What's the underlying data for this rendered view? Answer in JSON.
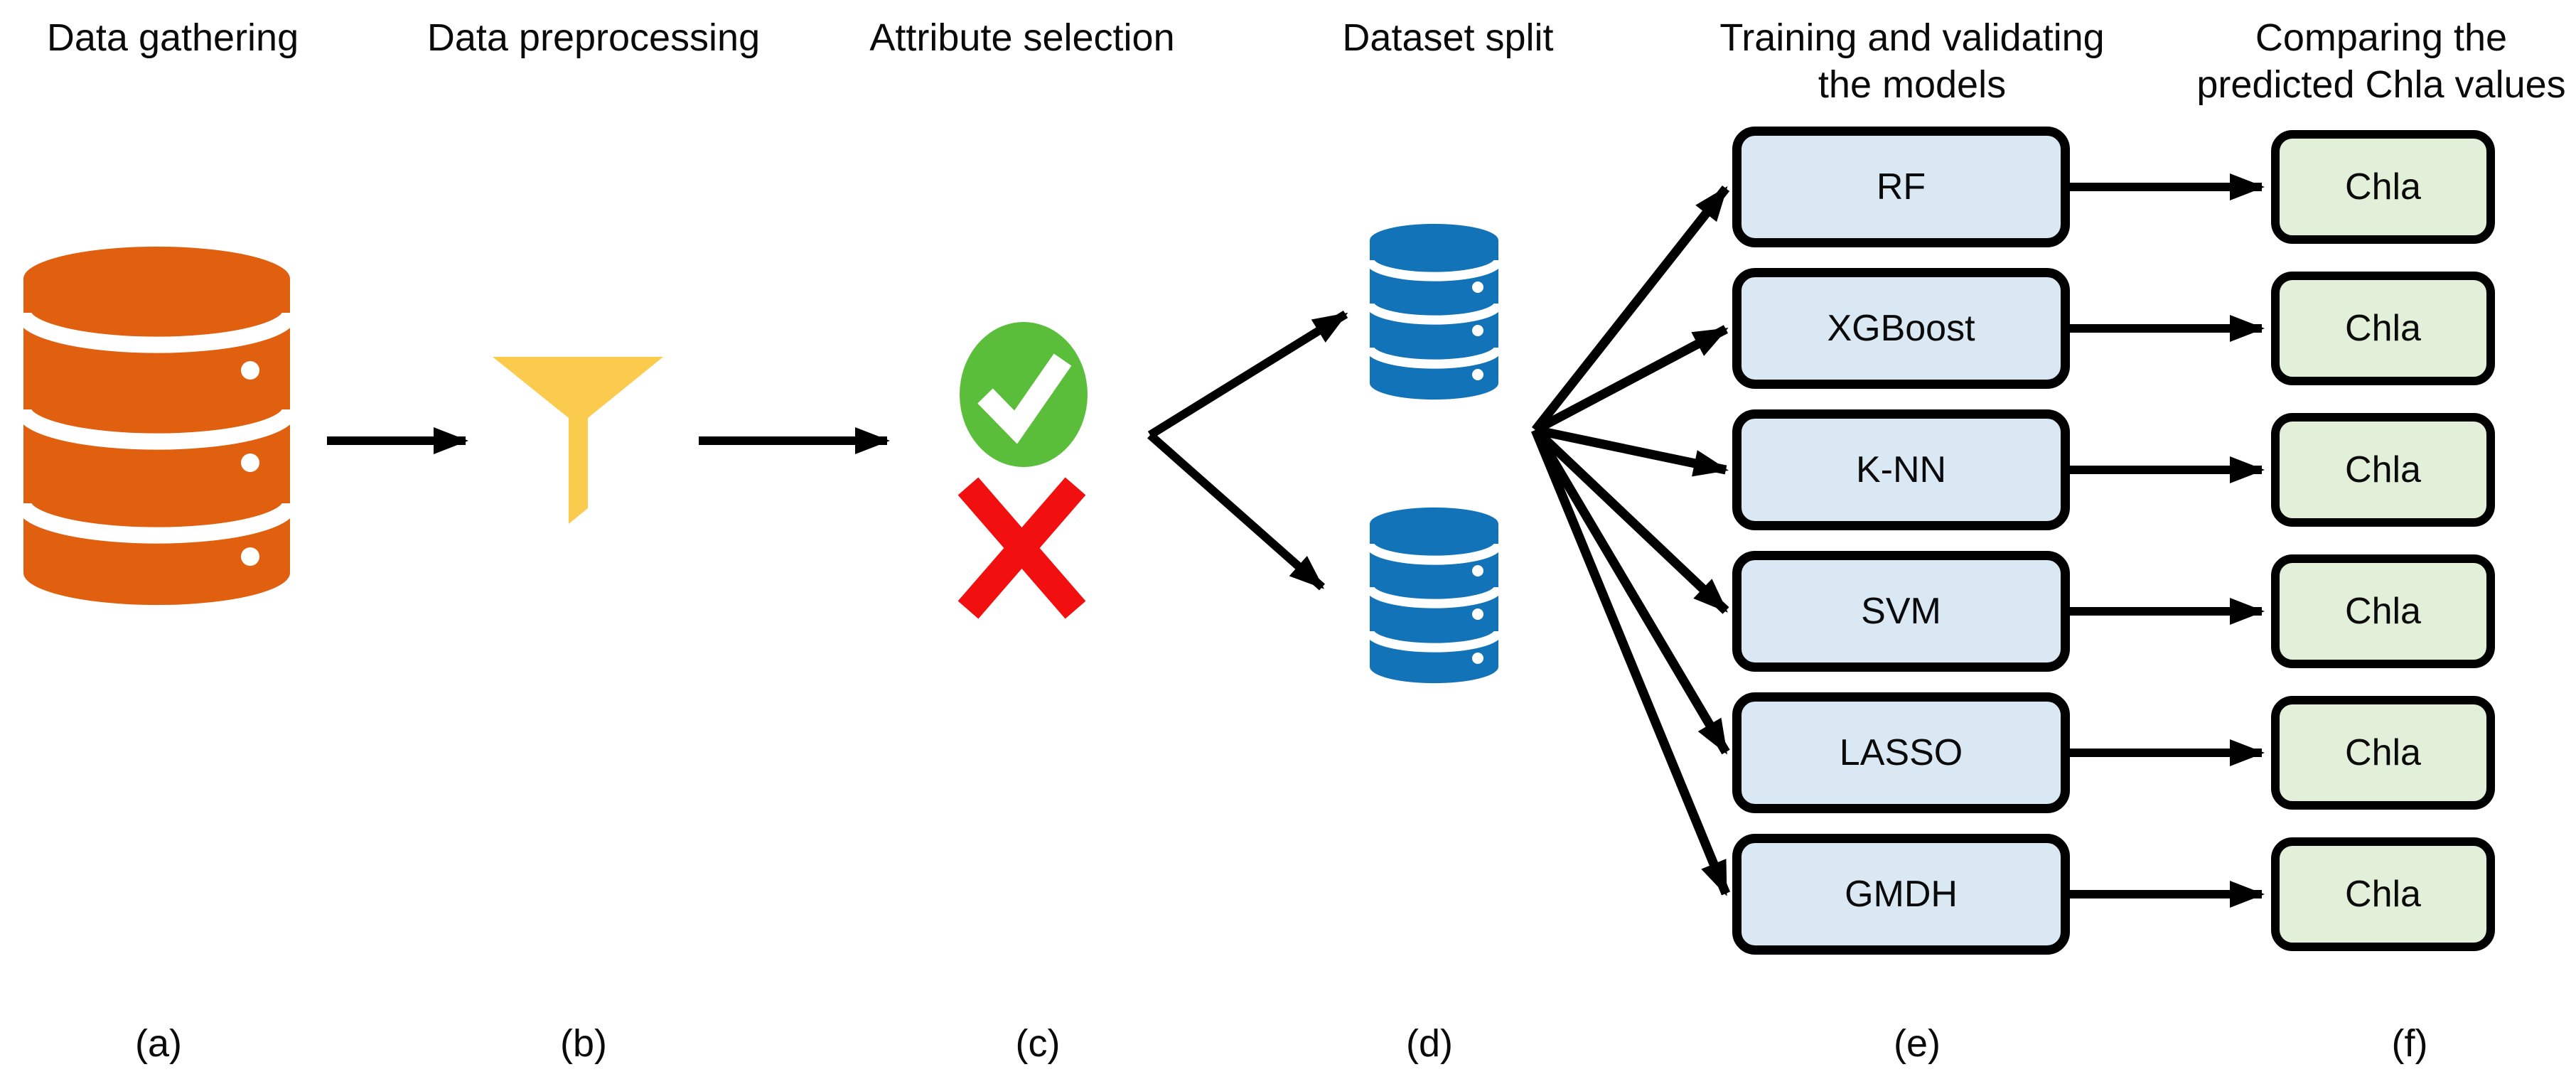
{
  "diagram": {
    "titles": {
      "data_gathering": "Data gathering",
      "data_preprocessing": "Data preprocessing",
      "attribute_selection": "Attribute selection",
      "dataset_split": "Dataset split",
      "training_line1": "Training and validating",
      "training_line2": "the models",
      "comparing_line1": "Comparing the",
      "comparing_line2": "predicted Chla values"
    },
    "models": [
      {
        "label": "RF"
      },
      {
        "label": "XGBoost"
      },
      {
        "label": "K-NN"
      },
      {
        "label": "SVM"
      },
      {
        "label": "LASSO"
      },
      {
        "label": "GMDH"
      }
    ],
    "outputs": [
      {
        "label": "Chla"
      },
      {
        "label": "Chla"
      },
      {
        "label": "Chla"
      },
      {
        "label": "Chla"
      },
      {
        "label": "Chla"
      },
      {
        "label": "Chla"
      }
    ],
    "panel_labels": [
      {
        "label": "(a)"
      },
      {
        "label": "(b)"
      },
      {
        "label": "(c)"
      },
      {
        "label": "(d)"
      },
      {
        "label": "(e)"
      },
      {
        "label": "(f)"
      }
    ],
    "icons": {
      "stage_a": "database-icon",
      "stage_b": "funnel-icon",
      "stage_c_accept": "check-icon",
      "stage_c_reject": "cross-icon",
      "stage_d": "database-icon"
    },
    "colors": {
      "database_orange": "#E0600F",
      "funnel_yellow": "#FBCB4D",
      "check_green": "#5BBE3B",
      "check_mark_white": "#FFFFFF",
      "cross_red": "#F20F0F",
      "database_blue": "#1273B9",
      "model_box_fill": "#DAE8F4",
      "output_box_fill": "#E2EFD9",
      "box_border": "#000000",
      "arrow_black": "#000000"
    }
  }
}
